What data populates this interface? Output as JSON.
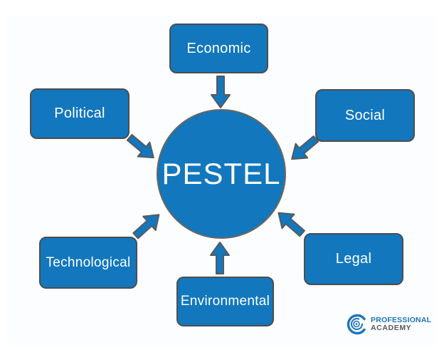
{
  "diagram": {
    "title": "PESTEL",
    "type": "radial-factor-diagram",
    "center": {
      "label": "PESTEL"
    },
    "factors": [
      {
        "id": "economic",
        "label": "Economic",
        "position": "top"
      },
      {
        "id": "political",
        "label": "Political",
        "position": "upper-left"
      },
      {
        "id": "social",
        "label": "Social",
        "position": "upper-right"
      },
      {
        "id": "technological",
        "label": "Technological",
        "position": "lower-left"
      },
      {
        "id": "environmental",
        "label": "Environmental",
        "position": "bottom"
      },
      {
        "id": "legal",
        "label": "Legal",
        "position": "lower-right"
      }
    ]
  },
  "logo": {
    "line1": "PROFESSIONAL",
    "line2": "ACADEMY"
  },
  "colors": {
    "shape_blue": "#1277BD",
    "shape_outline": "#4d4d4f",
    "circle_outline": "#6b675e",
    "text_white": "#ffffff",
    "logo_blue": "#1C75BC",
    "logo_gray": "#58595B",
    "background": "#ffffff"
  }
}
